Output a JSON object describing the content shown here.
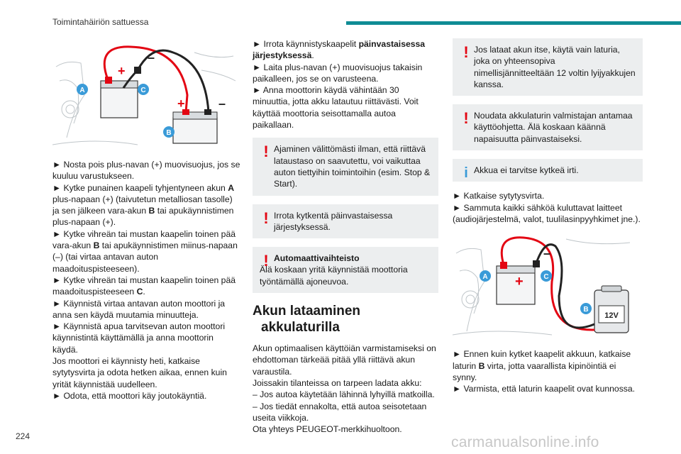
{
  "header": {
    "section": "Toimintahäiriön sattuessa"
  },
  "page_number": "224",
  "watermark": "carmanualsonline.info",
  "figures": {
    "jumper": {
      "labels": {
        "a": "A",
        "b": "B",
        "c": "C",
        "plus1": "+",
        "plus2": "+",
        "minus1": "–",
        "minus2": "–"
      }
    },
    "charger": {
      "labels": {
        "a": "A",
        "b": "B",
        "c": "C",
        "plus": "+",
        "minus": "–",
        "volt": "12V"
      }
    }
  },
  "col1": {
    "lines": [
      "► Nosta pois plus-navan (+) muovisuojus, jos se kuuluu varustukseen.",
      "► Kytke punainen kaapeli tyhjentyneen akun ",
      "A",
      " plus-napaan (+) (taivutetun metalliosan tasolle) ja sen jälkeen vara-akun ",
      "B",
      " tai apukäynnistimen plus-napaan (+).",
      "► Kytke vihreän tai mustan kaapelin toinen pää vara-akun ",
      "B",
      " tai apukäynnistimen miinus-napaan (–) (tai virtaa antavan auton maadoituspisteeseen).",
      "► Kytke vihreän tai mustan kaapelin toinen pää maadoituspisteeseen ",
      "C",
      ".",
      "► Käynnistä virtaa antavan auton moottori ja anna sen käydä muutamia minuutteja.",
      "► Käynnistä apua tarvitsevan auton moottori käynnistintä käyttämällä ja anna moottorin käydä.",
      "Jos moottori ei käynnisty heti, katkaise sytytysvirta ja odota hetken aikaa, ennen kuin yrität käynnistää uudelleen.",
      "► Odota, että moottori käy joutokäyntiä."
    ]
  },
  "col2": {
    "intro1": "► Irrota käynnistyskaapelit ",
    "intro1b": "päinvastaisessa järjestyksessä",
    "intro1c": ".",
    "intro2": "► Laita plus-navan (+) muovisuojus takaisin paikalleen, jos se on varusteena.",
    "intro3": "► Anna moottorin käydä vähintään 30 minuuttia, jotta akku latautuu riittävästi. Voit käyttää moottoria seisottamalla autoa paikallaan.",
    "warn1": {
      "first": "Ajaminen välittömästi ilman, että riittävä lataustaso on saavutettu, voi vaikuttaa auton tiettyihin toimintoihin (esim. Stop & Start)."
    },
    "warn2": {
      "first": "Irrota kytkentä päinvastaisessa järjestyksessä."
    },
    "warn3": {
      "title": "Automaattivaihteisto",
      "text": "Älä koskaan yritä käynnistää moottoria työntämällä ajoneuvoa."
    },
    "section": {
      "l1": "Akun lataaminen",
      "l2": "akkulaturilla"
    },
    "body1": "Akun optimaalisen käyttöiän varmistamiseksi on ehdottoman tärkeää pitää yllä riittävä akun varaustila.",
    "body2": "Joissakin tilanteissa on tarpeen ladata akku:",
    "body3": "– Jos autoa käytetään lähinnä lyhyillä matkoilla.",
    "body4": "– Jos tiedät ennakolta, että autoa seisotetaan useita viikkoja.",
    "body5": "Ota yhteys PEUGEOT-merkkihuoltoon."
  },
  "col3": {
    "warn1": "Jos lataat akun itse, käytä vain laturia, joka on yhteensopiva nimellisjännitteeltään 12 voltin lyijyakkujen kanssa.",
    "warn2": "Noudata akkulaturin valmistajan antamaa käyttöohjetta. Älä koskaan käännä napaisuutta päinvastaiseksi.",
    "info1": "Akkua ei tarvitse kytkeä irti.",
    "step1": "► Katkaise sytytysvirta.",
    "step2": "► Sammuta kaikki sähköä kuluttavat laitteet (audiojärjestelmä, valot, tuulilasinpyyhkimet jne.).",
    "step3a": "► Ennen kuin kytket kaapelit akkuun, katkaise laturin ",
    "step3b": "B",
    "step3c": " virta, jotta vaarallista kipinöintiä ei synny.",
    "step4": "► Varmista, että laturin kaapelit ovat kunnossa."
  },
  "colors": {
    "accent": "#0f8c95",
    "warning": "#e30613",
    "info": "#3a9bd8",
    "box_bg": "#eceeef",
    "cable_red": "#e30613",
    "label_blue": "#3a9bd8"
  },
  "icons": {
    "warning": "exclamation-icon",
    "info": "info-i-icon"
  },
  "marks": {
    "warn": "!",
    "info": "i"
  }
}
